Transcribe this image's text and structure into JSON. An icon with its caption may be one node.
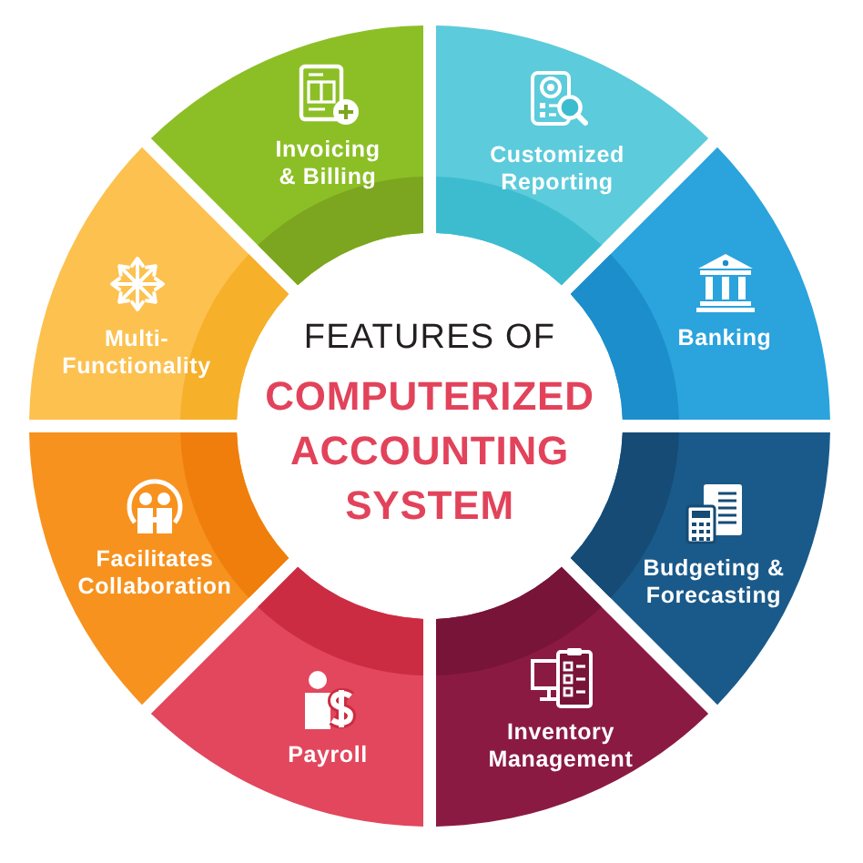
{
  "diagram": {
    "nodes": [
      {
        "text": [
          "FEATURES OF",
          "COMPUTERIZED ACCOUNTING SYSTEM"
        ]
      },
      {
        "text": [
          "Invoicing & Billing"
        ]
      },
      {
        "text": [
          "Customized Reporting"
        ]
      },
      {
        "text": [
          "Banking"
        ]
      },
      {
        "text": [
          "Budgeting & Forecasting"
        ]
      },
      {
        "text": [
          "Inventory Management"
        ]
      },
      {
        "text": [
          "Payroll"
        ]
      },
      {
        "text": [
          "Facilitates Collaboration"
        ]
      },
      {
        "text": [
          "Multi-Functionality"
        ]
      }
    ]
  }
}
